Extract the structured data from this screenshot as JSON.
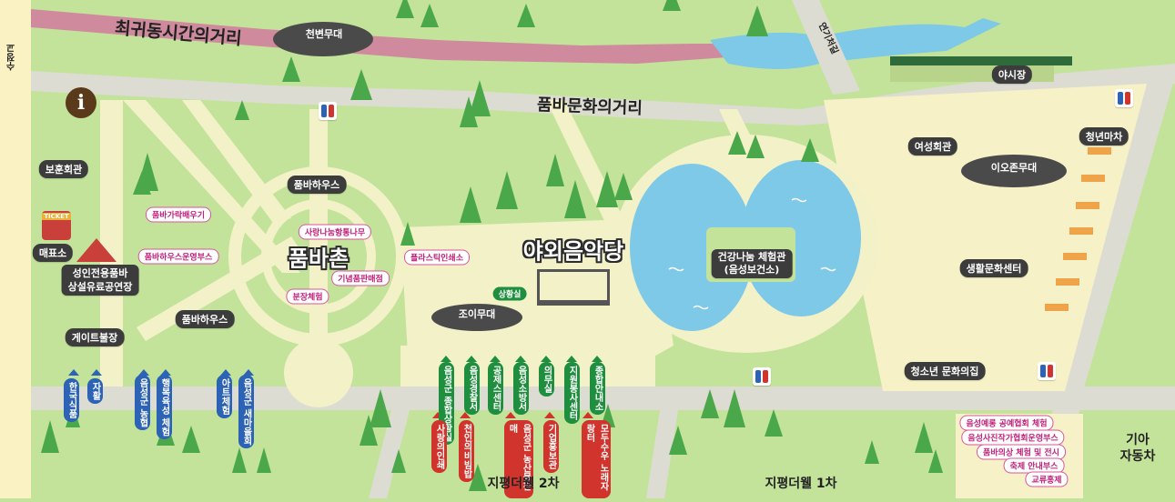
{
  "roads": {
    "top_road": "최귀동시간의거리",
    "main_road": "품바문화의거리",
    "side_road": "수정교",
    "river_road": "연기처길"
  },
  "stages": {
    "cheonbyeon": "천변무대",
    "joi": "조이무대",
    "ioh": "이오존무대",
    "outdoor_theater": "야외음악당"
  },
  "areas": {
    "pumba_village": "품바촌",
    "night_market": "야시장",
    "youth_wagon": "청년마차",
    "bohun": "보훈회관",
    "ticket_office": "매표소",
    "ticket_sign": "TICKET",
    "adult_theater": "성인전용품바\n상설유료공연장",
    "gate_fire": "게이트불장",
    "pumba_house_1": "품바하우스",
    "pumba_house_2": "품바하우스",
    "women_hall": "여성회관",
    "life_center": "생활문화센터",
    "youth_center": "청소년 문화의집",
    "health_center": "건강나눔 체험관\n(음성보건소)",
    "waiting_room": "상황실",
    "jipyeong_2": "지평더웰 2차",
    "jipyeong_1": "지평더웰 1차",
    "kia": "기아\n자동차"
  },
  "pink_tags": {
    "pumba_taryeong": "품바가락배우기",
    "pumba_house_booth": "품바하우스운영부스",
    "love_tree": "사랑나눔항통나무",
    "plastic_print": "플라스틱인쇄소",
    "memorial_photo": "기념품판매점",
    "makeup": "분장체험"
  },
  "booths_left": [
    "한국식품",
    "자활",
    "음성군 농협",
    "행복육성 체험",
    "아트체험",
    "음성군 새마을회"
  ],
  "booths_center": [
    "음성군 종합상황실",
    "음성경찰서",
    "공제스센터",
    "음성소방서",
    "의무실",
    "지원봉사센터",
    "종합안내소"
  ],
  "booths_bottom": [
    "사랑의인쇄",
    "천인의비빔밥",
    "음성군 농산물판매",
    "기업홍보관",
    "모두수우 노래자랑터"
  ],
  "right_list": [
    "음성예롱 공예협회 체험",
    "음성사진작가협회운영부스",
    "품바의상 체험 및 전시",
    "축제 안내부스",
    "교류홍제"
  ],
  "colors": {
    "grass": "#c3e39a",
    "path": "#f3f1c8",
    "road": "#d9d9d0",
    "water": "#7ec8e8",
    "pink_road": "#c97b92",
    "tree": "#4aa84a"
  },
  "icons": [
    "info-icon",
    "restroom-icon",
    "tree-icon",
    "tent-icon",
    "house-icon",
    "firework-icon"
  ]
}
